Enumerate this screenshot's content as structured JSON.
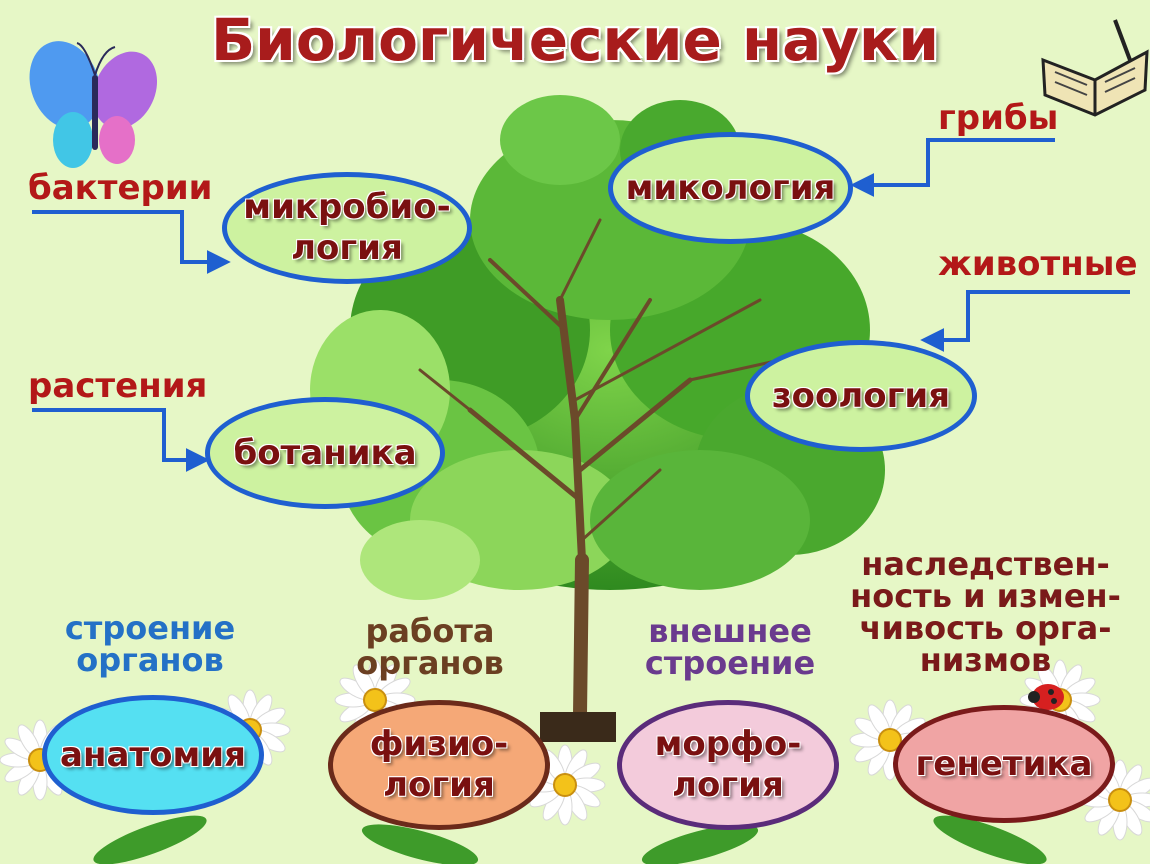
{
  "title": "Биологические науки",
  "organisms": {
    "bacteria": "бактерии",
    "plants": "растения",
    "fungi": "грибы",
    "animals": "животные"
  },
  "sciences": {
    "microbiology": [
      "микробио-",
      "логия"
    ],
    "botany": "ботаника",
    "mycology": "микология",
    "zoology": "зоология",
    "anatomy": "анатомия",
    "physiology": [
      "физио-",
      "логия"
    ],
    "morphology": [
      "морфо-",
      "логия"
    ],
    "genetics": "генетика"
  },
  "subjects": {
    "anatomy": [
      "строение",
      "органов"
    ],
    "physiology": [
      "работа",
      "органов"
    ],
    "morphology": [
      "внешнее",
      "строение"
    ],
    "genetics": [
      "наследствен-",
      "ность и измен-",
      "чивость орга-",
      "низмов"
    ]
  },
  "colors": {
    "accent_blue": "#1f5fd0",
    "label_red": "#b31818",
    "anatomy_fill": "#55e0f2",
    "physiology_fill": "#f5a877",
    "morphology_fill": "#f3cbdb",
    "genetics_fill": "#f0a4a4"
  },
  "icons": [
    "butterfly-icon",
    "notebook-icon",
    "tree-illustration",
    "daisy-icon",
    "ladybug-icon",
    "arrow-icon"
  ]
}
